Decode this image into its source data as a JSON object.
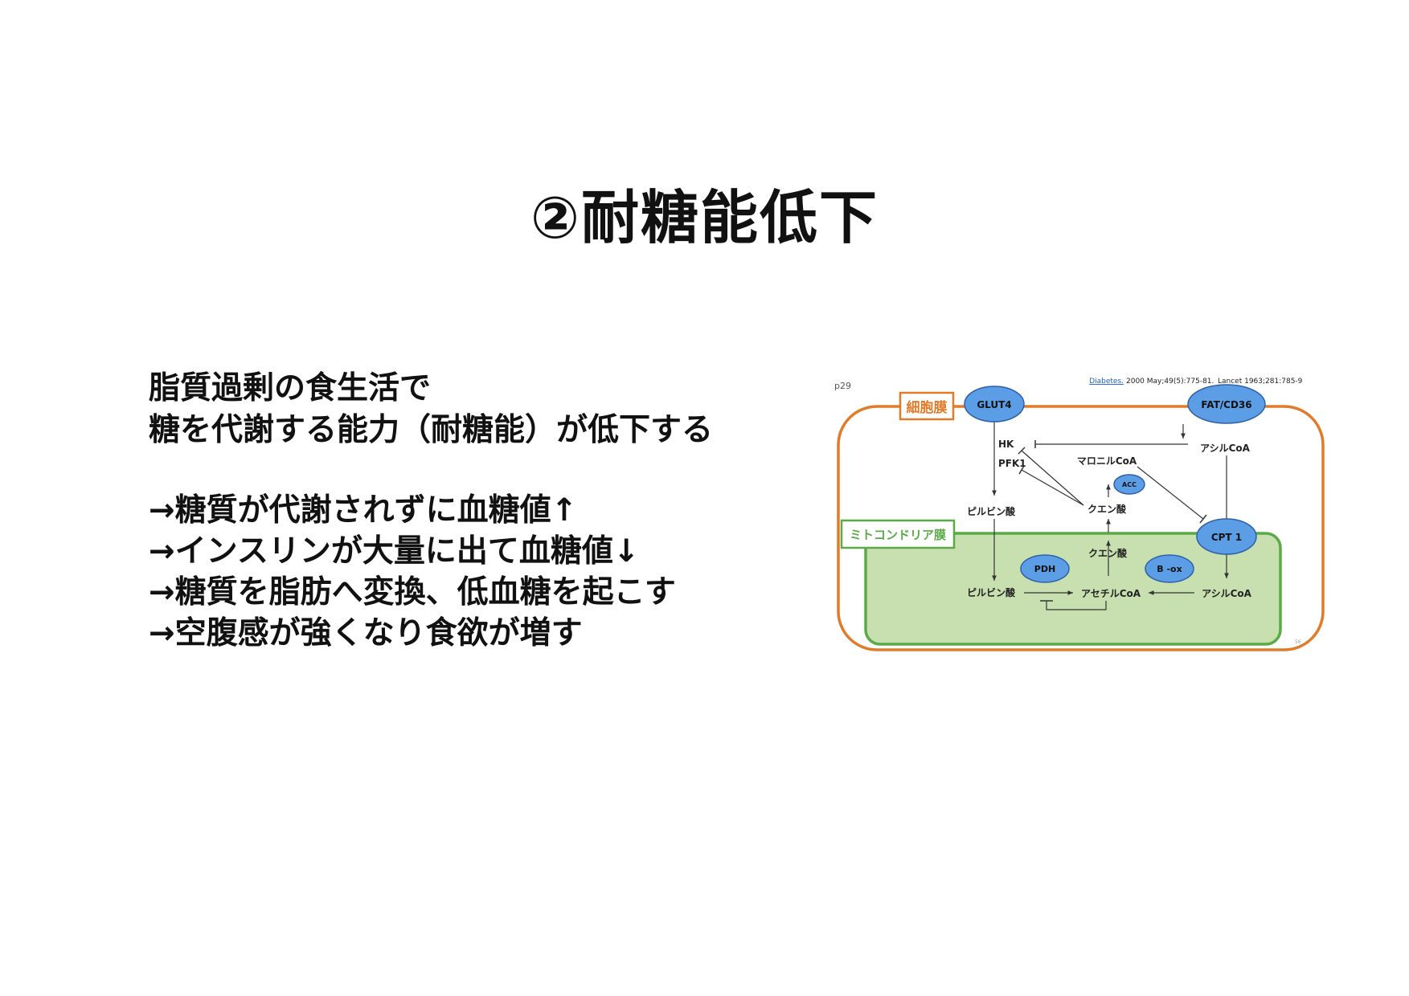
{
  "slide": {
    "title": "②耐糖能低下",
    "intro": [
      "脂質過剰の食生活で",
      "糖を代謝する能力（耐糖能）が低下する"
    ],
    "points": [
      "→糖質が代謝されずに血糖値↑",
      "→インスリンが大量に出て血糖値↓",
      "→糖質を脂肪へ変換、低血糖を起こす",
      "→空腹感が強くなり食欲が増す"
    ]
  },
  "diagram": {
    "page_ref": "p29",
    "citation_link": "Diabetes.",
    "citation_1": "2000 May;49(5):775-81.",
    "citation_2": "Lancet 1963;281:785-9",
    "page_number": "56",
    "cell_membrane_label": "細胞膜",
    "mito_membrane_label": "ミトコンドリア膜",
    "nodes": {
      "glut4": "GLUT4",
      "fat_cd36": "FAT/CD36",
      "cpt1": "CPT 1",
      "acc": "ACC",
      "pdh": "PDH",
      "b_ox": "B -ox"
    },
    "labels": {
      "hk": "HK",
      "pfk1": "PFK1",
      "malonyl_coa": "マロニルCoA",
      "acyl_coa_top": "アシルCoA",
      "pyruvate_top": "ピルビン酸",
      "citrate_top": "クエン酸",
      "citrate_mito": "クエン酸",
      "pyruvate_mito": "ピルビン酸",
      "acetyl_coa": "アセチルCoA",
      "acyl_coa_mito": "アシルCoA"
    },
    "colors": {
      "cell_membrane": "#e07b2a",
      "mito_membrane": "#5aaa48",
      "mito_fill": "#c8e0b0",
      "node_fill": "#5b9ee6",
      "node_stroke": "#2f5fa8",
      "citation_link": "#1f5fd0"
    }
  }
}
